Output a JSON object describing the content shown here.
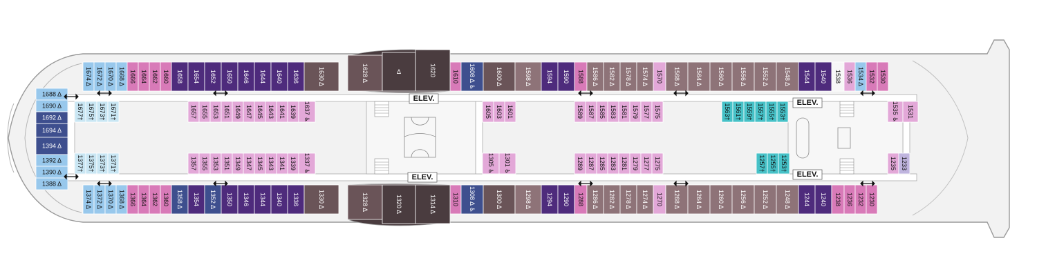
{
  "palette": {
    "pink": "#d87ab8",
    "lilac": "#e3a8d8",
    "blue": "#98c8ec",
    "navy": "#3e4f8e",
    "purple": "#4e2b7c",
    "mauve": "#8e7378",
    "brown": "#6a5458",
    "dark": "#4a3c3f",
    "teal": "#46c1c7",
    "paleblue": "#c9e6f3",
    "lavender": "#bfb4de",
    "white": "#f7f7f7"
  },
  "elevator_label": "ELEV.",
  "cabins": {
    "a": [
      {
        "t": "1674 Δ",
        "c": "blue"
      },
      {
        "t": "1672 Δ",
        "c": "blue"
      },
      {
        "t": "1670 Δ",
        "c": "blue"
      },
      {
        "t": "1668 Δ",
        "c": "blue"
      },
      {
        "t": "1666",
        "c": "pink"
      },
      {
        "t": "1664",
        "c": "pink"
      },
      {
        "t": "1662",
        "c": "pink"
      },
      {
        "t": "1660",
        "c": "pink"
      },
      {
        "t": "1658",
        "c": "purple"
      },
      {
        "t": "1654",
        "c": "purple"
      },
      {
        "t": "1652",
        "c": "purple"
      },
      {
        "t": "1650",
        "c": "purple"
      },
      {
        "t": "1646",
        "c": "purple"
      },
      {
        "t": "1644",
        "c": "purple"
      },
      {
        "t": "1640",
        "c": "purple"
      },
      {
        "t": "1636",
        "c": "purple"
      },
      {
        "t": "1630 Δ",
        "c": "brown"
      }
    ],
    "b": [
      {
        "t": "1610",
        "c": "pink"
      },
      {
        "t": "1608 Δ ♿",
        "c": "navy"
      },
      {
        "t": "1600 Δ",
        "c": "brown"
      },
      {
        "t": "1598 Δ",
        "c": "mauve"
      },
      {
        "t": "1594",
        "c": "purple"
      },
      {
        "t": "1590",
        "c": "purple"
      },
      {
        "t": "1588",
        "c": "pink"
      },
      {
        "t": "1586 Δ",
        "c": "mauve"
      },
      {
        "t": "1582 Δ",
        "c": "mauve"
      },
      {
        "t": "1578 Δ",
        "c": "mauve"
      },
      {
        "t": "1574 Δ",
        "c": "mauve"
      },
      {
        "t": "1570",
        "c": "lilac"
      },
      {
        "t": "1568 Δ",
        "c": "mauve"
      },
      {
        "t": "1564 Δ",
        "c": "mauve"
      },
      {
        "t": "1560 Δ",
        "c": "mauve"
      },
      {
        "t": "1556 Δ",
        "c": "mauve"
      },
      {
        "t": "1552 Δ",
        "c": "mauve"
      },
      {
        "t": "1548 Δ",
        "c": "mauve"
      },
      {
        "t": "1544",
        "c": "purple"
      },
      {
        "t": "1540",
        "c": "purple"
      },
      {
        "t": "1538",
        "c": "white"
      },
      {
        "t": "1536",
        "c": "lilac"
      },
      {
        "t": "1534 Δ",
        "c": "blue"
      },
      {
        "t": "1532",
        "c": "pink"
      },
      {
        "t": "1530",
        "c": "pink"
      }
    ],
    "c": [
      {
        "t": "1374 Δ",
        "c": "blue"
      },
      {
        "t": "1372 Δ",
        "c": "blue"
      },
      {
        "t": "1370 Δ",
        "c": "blue"
      },
      {
        "t": "1368 Δ",
        "c": "blue"
      },
      {
        "t": "1366",
        "c": "pink"
      },
      {
        "t": "1364",
        "c": "pink"
      },
      {
        "t": "1362",
        "c": "pink"
      },
      {
        "t": "1360",
        "c": "pink"
      },
      {
        "t": "1358 Δ",
        "c": "navy"
      },
      {
        "t": "1354",
        "c": "purple"
      },
      {
        "t": "1352 Δ",
        "c": "navy"
      },
      {
        "t": "1350",
        "c": "purple"
      },
      {
        "t": "1346",
        "c": "purple"
      },
      {
        "t": "1344",
        "c": "purple"
      },
      {
        "t": "1340",
        "c": "purple"
      },
      {
        "t": "1336",
        "c": "purple"
      },
      {
        "t": "1330 Δ",
        "c": "brown"
      }
    ],
    "d": [
      {
        "t": "1310",
        "c": "pink"
      },
      {
        "t": "1308 Δ ♿",
        "c": "navy"
      },
      {
        "t": "1300 Δ",
        "c": "brown"
      },
      {
        "t": "1298 Δ",
        "c": "mauve"
      },
      {
        "t": "1294",
        "c": "purple"
      },
      {
        "t": "1290",
        "c": "purple"
      },
      {
        "t": "1288",
        "c": "pink"
      },
      {
        "t": "1286 Δ",
        "c": "mauve"
      },
      {
        "t": "1282 Δ",
        "c": "mauve"
      },
      {
        "t": "1278 Δ",
        "c": "mauve"
      },
      {
        "t": "1274 Δ",
        "c": "mauve"
      },
      {
        "t": "1270",
        "c": "lilac"
      },
      {
        "t": "1268 Δ",
        "c": "mauve"
      },
      {
        "t": "1264 Δ",
        "c": "mauve"
      },
      {
        "t": "1260 Δ",
        "c": "mauve"
      },
      {
        "t": "1256 Δ",
        "c": "mauve"
      },
      {
        "t": "1252 Δ",
        "c": "mauve"
      },
      {
        "t": "1248 Δ",
        "c": "mauve"
      },
      {
        "t": "1244",
        "c": "purple"
      },
      {
        "t": "1240",
        "c": "purple"
      },
      {
        "t": "1238",
        "c": "pink"
      },
      {
        "t": "1236",
        "c": "pink"
      },
      {
        "t": "1232",
        "c": "pink"
      },
      {
        "t": "1230",
        "c": "pink"
      }
    ],
    "e": [
      {
        "t": "1657",
        "c": "lilac"
      },
      {
        "t": "1655",
        "c": "lilac"
      },
      {
        "t": "1653",
        "c": "lilac"
      },
      {
        "t": "1651",
        "c": "lilac"
      },
      {
        "t": "1649",
        "c": "lilac"
      },
      {
        "t": "1647",
        "c": "lilac"
      },
      {
        "t": "1645",
        "c": "lilac"
      },
      {
        "t": "1643",
        "c": "lilac"
      },
      {
        "t": "1641",
        "c": "lilac"
      },
      {
        "t": "1639",
        "c": "lilac"
      },
      {
        "t": "1637 ♿",
        "c": "lilac"
      }
    ],
    "f": [
      {
        "t": "1357",
        "c": "lilac"
      },
      {
        "t": "1355",
        "c": "lilac"
      },
      {
        "t": "1353",
        "c": "lilac"
      },
      {
        "t": "1351",
        "c": "lilac"
      },
      {
        "t": "1349",
        "c": "lilac"
      },
      {
        "t": "1347",
        "c": "lilac"
      },
      {
        "t": "1345",
        "c": "lilac"
      },
      {
        "t": "1343",
        "c": "lilac"
      },
      {
        "t": "1341",
        "c": "lilac"
      },
      {
        "t": "1339",
        "c": "lilac"
      },
      {
        "t": "1337 ♿",
        "c": "lilac"
      }
    ],
    "g": [
      {
        "t": "1589",
        "c": "lilac"
      },
      {
        "t": "1587",
        "c": "lilac"
      },
      {
        "t": "1585",
        "c": "lilac"
      },
      {
        "t": "1583",
        "c": "lilac"
      },
      {
        "t": "1581",
        "c": "lilac"
      },
      {
        "t": "1579",
        "c": "lilac"
      },
      {
        "t": "1577",
        "c": "lilac"
      },
      {
        "t": "1575",
        "c": "lilac"
      }
    ],
    "h": [
      {
        "t": "1289",
        "c": "lilac"
      },
      {
        "t": "1287",
        "c": "lilac"
      },
      {
        "t": "1285",
        "c": "lilac"
      },
      {
        "t": "1283",
        "c": "lilac"
      },
      {
        "t": "1281",
        "c": "lilac"
      },
      {
        "t": "1279",
        "c": "lilac"
      },
      {
        "t": "1277",
        "c": "lilac"
      },
      {
        "t": "1275",
        "c": "lilac"
      }
    ],
    "i": [
      {
        "t": "1563†",
        "c": "teal"
      },
      {
        "t": "1561†",
        "c": "teal"
      },
      {
        "t": "1559†",
        "c": "teal"
      },
      {
        "t": "1557†",
        "c": "teal"
      },
      {
        "t": "1555†",
        "c": "teal"
      },
      {
        "t": "1553†",
        "c": "teal"
      }
    ],
    "j": [
      {
        "t": "1257†",
        "c": "teal"
      },
      {
        "t": "1255†",
        "c": "teal"
      },
      {
        "t": "1253†",
        "c": "teal"
      }
    ],
    "k": [
      {
        "t": "1677†",
        "c": "paleblue"
      },
      {
        "t": "1675†",
        "c": "paleblue"
      },
      {
        "t": "1673†",
        "c": "paleblue"
      },
      {
        "t": "1671†",
        "c": "paleblue"
      }
    ],
    "l": [
      {
        "t": "1377†",
        "c": "paleblue"
      },
      {
        "t": "1375†",
        "c": "paleblue"
      },
      {
        "t": "1373†",
        "c": "paleblue"
      },
      {
        "t": "1371†",
        "c": "paleblue"
      }
    ],
    "m": [
      {
        "t": "1605",
        "c": "lilac"
      },
      {
        "t": "1603",
        "c": "lilac"
      },
      {
        "t": "1601",
        "c": "lilac"
      }
    ],
    "n": [
      {
        "t": "1305 ♿",
        "c": "lilac"
      },
      {
        "t": "1301 ♿",
        "c": "lilac"
      }
    ],
    "o": [
      {
        "t": "1535 ♿",
        "c": "lilac"
      },
      {
        "t": "1531",
        "c": "lilac"
      }
    ],
    "p": [
      {
        "t": "1235",
        "c": "lilac"
      },
      {
        "t": "1233",
        "c": "lavender"
      }
    ],
    "q": [
      {
        "t": "1628 Δ",
        "c": "brown"
      },
      {
        "t": "Δ",
        "c": "dark"
      },
      {
        "t": "1620",
        "c": "dark"
      }
    ],
    "r": [
      {
        "t": "1328 Δ",
        "c": "brown"
      },
      {
        "t": "1320 Δ",
        "c": "dark"
      },
      {
        "t": "1314 Δ",
        "c": "dark"
      }
    ],
    "s": [
      {
        "t": "1688 Δ",
        "c": "blue"
      },
      {
        "t": "1690 Δ",
        "c": "blue"
      },
      {
        "t": "1692 Δ",
        "c": "navy"
      },
      {
        "t": "1694 Δ",
        "c": "navy"
      },
      {
        "t": "1394 Δ",
        "c": "navy"
      },
      {
        "t": "1392 Δ",
        "c": "blue"
      },
      {
        "t": "1390 Δ",
        "c": "blue"
      },
      {
        "t": "1388 Δ",
        "c": "blue"
      }
    ]
  }
}
